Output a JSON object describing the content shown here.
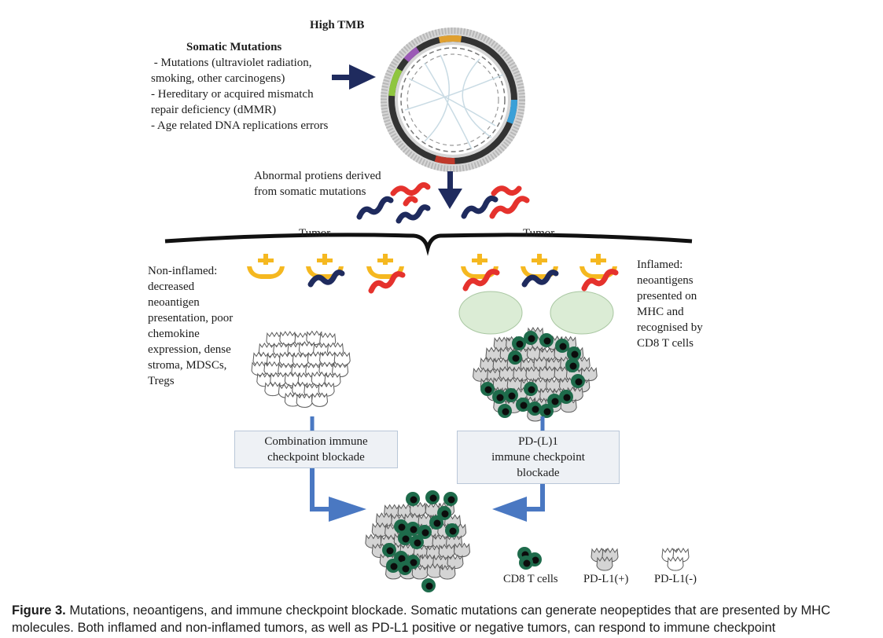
{
  "diagram": {
    "top_label": "High TMB",
    "somatic": {
      "title": "Somatic Mutations",
      "lines": [
        " - Mutations (ultraviolet radiation,",
        "smoking, other carcinogens)",
        "- Hereditary or acquired mismatch",
        "repair deficiency (dMMR)",
        "- Age related DNA replications errors"
      ]
    },
    "abnormal": [
      "Abnormal protiens derived",
      "from somatic mutations"
    ],
    "tumor_left": "Tumor",
    "tumor_right": "Tumor",
    "non_inflamed": [
      "Non-inflamed:",
      "decreased",
      "neoantigen",
      "presentation, poor",
      "chemokine",
      "expression, dense",
      "stroma, MDSCs,",
      "Tregs"
    ],
    "inflamed": [
      "Inflamed:",
      "neoantigens",
      "presented on",
      "MHC and",
      "recognised by",
      "CD8 T cells"
    ],
    "box_left": [
      "Combination immune",
      "checkpoint blockade"
    ],
    "box_right": [
      "PD-(L)1",
      "immune checkpoint",
      "blockade"
    ],
    "legend": {
      "cd8": "CD8 T cells",
      "pdl1_pos": "PD-L1(+)",
      "pdl1_neg": "PD-L1(-)"
    }
  },
  "caption": {
    "label": "Figure 3.",
    "text": "Mutations, neoantigens, and immune checkpoint blockade. Somatic mutations can generate neopeptides that are presented by MHC molecules. Both inflamed and non-inflamed tumors, as well as PD-L1 positive or negative tumors, can respond to immune checkpoint"
  },
  "colors": {
    "arrow_navy": "#1f2b5e",
    "peptide_red": "#e5322d",
    "peptide_navy": "#1f2b5e",
    "mhc_yellow": "#f5b820",
    "cd8_green": "#1e6b4b",
    "blue_arrow": "#4a78c2",
    "nucleus_green": "#dbecd5"
  }
}
